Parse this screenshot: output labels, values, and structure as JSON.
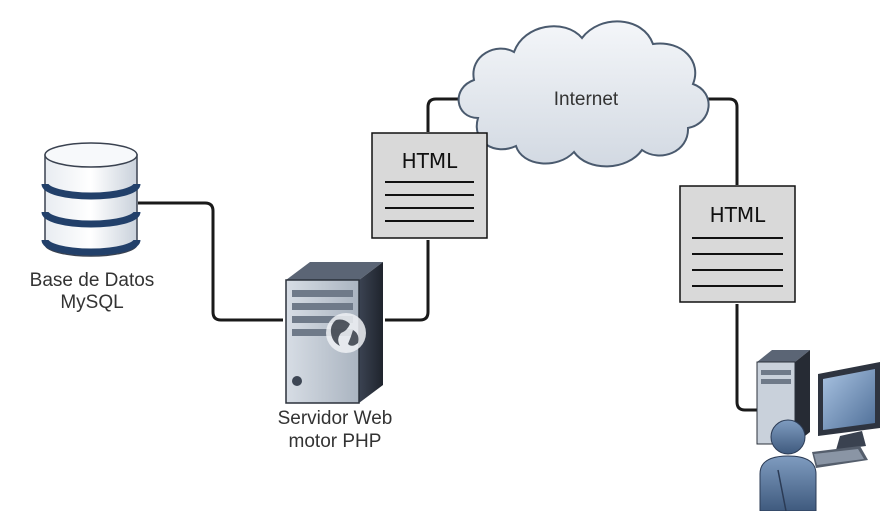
{
  "database": {
    "icon": "database-icon",
    "label_line1": "Base de Datos",
    "label_line2": "MySQL"
  },
  "server": {
    "icon": "server-globe-icon",
    "label_line1": "Servidor Web",
    "label_line2": "motor PHP"
  },
  "cloud": {
    "icon": "cloud-icon",
    "label": "Internet"
  },
  "doc_server": {
    "icon": "document-icon",
    "title": "HTML"
  },
  "doc_client": {
    "icon": "document-icon",
    "title": "HTML"
  },
  "client": {
    "icon": "user-workstation-icon"
  },
  "colors": {
    "connector": "#1a1a1a",
    "document_fill": "#d9d9d9",
    "cloud_fill": "#e3e8ef",
    "cloud_stroke": "#4a5a6e",
    "device_dark": "#2e3440",
    "device_accent": "#6f8fb6"
  }
}
